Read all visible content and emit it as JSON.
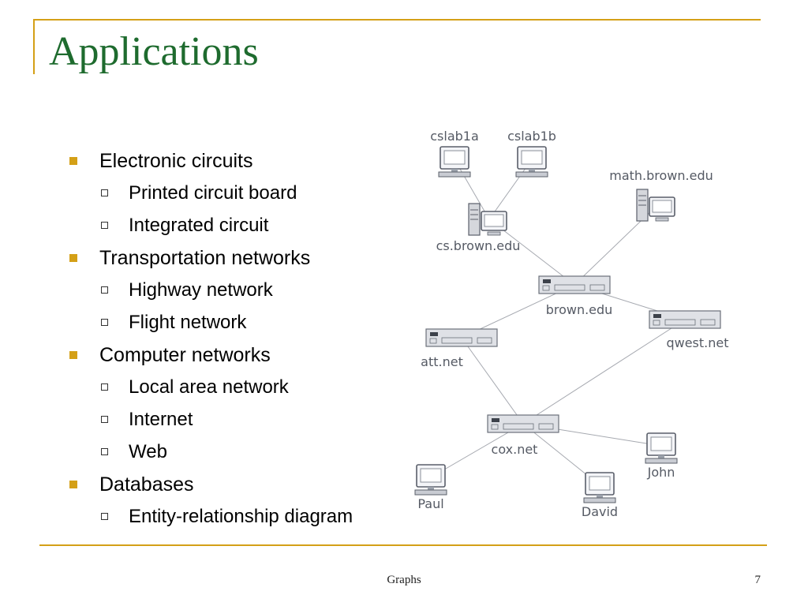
{
  "slide": {
    "title": "Applications",
    "bullets": [
      {
        "text": "Electronic circuits",
        "children": [
          "Printed circuit board",
          "Integrated circuit"
        ]
      },
      {
        "text": "Transportation networks",
        "children": [
          "Highway network",
          "Flight network"
        ]
      },
      {
        "text": "Computer networks",
        "children": [
          "Local area network",
          "Internet",
          "Web"
        ]
      },
      {
        "text": "Databases",
        "children": [
          "Entity-relationship diagram"
        ]
      }
    ],
    "footer": {
      "center": "Graphs",
      "page": "7"
    },
    "colors": {
      "title": "#1e6b2e",
      "accent": "#d4a017",
      "node_label": "#555a64"
    }
  },
  "network": {
    "nodes": {
      "cslab1a": {
        "label": "cslab1a",
        "kind": "workstation-icon"
      },
      "cslab1b": {
        "label": "cslab1b",
        "kind": "workstation-icon"
      },
      "math": {
        "label": "math.brown.edu",
        "kind": "server-tower-icon"
      },
      "cs": {
        "label": "cs.brown.edu",
        "kind": "server-tower-icon"
      },
      "brown": {
        "label": "brown.edu",
        "kind": "router-icon"
      },
      "qwest": {
        "label": "qwest.net",
        "kind": "router-icon"
      },
      "att": {
        "label": "att.net",
        "kind": "router-icon"
      },
      "cox": {
        "label": "cox.net",
        "kind": "router-icon"
      },
      "john": {
        "label": "John",
        "kind": "workstation-icon"
      },
      "paul": {
        "label": "Paul",
        "kind": "workstation-icon"
      },
      "david": {
        "label": "David",
        "kind": "workstation-icon"
      }
    },
    "edges": [
      [
        "cslab1a",
        "cs"
      ],
      [
        "cslab1b",
        "cs"
      ],
      [
        "cs",
        "brown"
      ],
      [
        "math",
        "brown"
      ],
      [
        "brown",
        "att"
      ],
      [
        "brown",
        "qwest"
      ],
      [
        "att",
        "cox"
      ],
      [
        "qwest",
        "cox"
      ],
      [
        "cox",
        "john"
      ],
      [
        "cox",
        "paul"
      ],
      [
        "cox",
        "david"
      ]
    ]
  }
}
